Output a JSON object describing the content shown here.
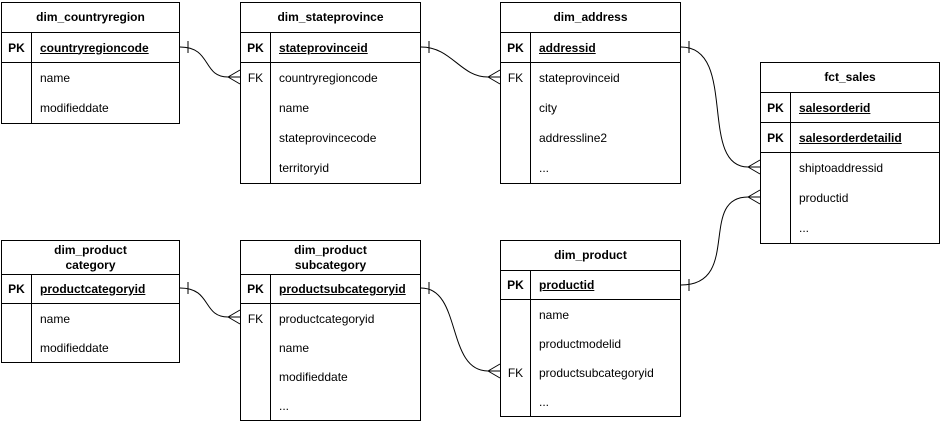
{
  "diagram": {
    "tables": [
      {
        "id": "dim_countryregion",
        "title": "dim_countryregion",
        "title_lines": [
          "dim_countryregion"
        ],
        "rows": [
          {
            "key": "PK",
            "name": "countryregioncode",
            "pk": true
          },
          {
            "key": "",
            "name": "name",
            "pk": false
          },
          {
            "key": "",
            "name": "modifieddate",
            "pk": false
          }
        ]
      },
      {
        "id": "dim_stateprovince",
        "title": "dim_stateprovince",
        "title_lines": [
          "dim_stateprovince"
        ],
        "rows": [
          {
            "key": "PK",
            "name": "stateprovinceid",
            "pk": true
          },
          {
            "key": "FK",
            "name": "countryregioncode",
            "pk": false
          },
          {
            "key": "",
            "name": "name",
            "pk": false
          },
          {
            "key": "",
            "name": "stateprovincecode",
            "pk": false
          },
          {
            "key": "",
            "name": "territoryid",
            "pk": false
          }
        ]
      },
      {
        "id": "dim_address",
        "title": "dim_address",
        "title_lines": [
          "dim_address"
        ],
        "rows": [
          {
            "key": "PK",
            "name": "addressid",
            "pk": true
          },
          {
            "key": "FK",
            "name": "stateprovinceid",
            "pk": false
          },
          {
            "key": "",
            "name": "city",
            "pk": false
          },
          {
            "key": "",
            "name": "addressline2",
            "pk": false
          },
          {
            "key": "",
            "name": "...",
            "pk": false
          }
        ]
      },
      {
        "id": "fct_sales",
        "title": "fct_sales",
        "title_lines": [
          "fct_sales"
        ],
        "rows": [
          {
            "key": "PK",
            "name": "salesorderid",
            "pk": true
          },
          {
            "key": "PK",
            "name": "salesorderdetailid",
            "pk": true
          },
          {
            "key": "",
            "name": "shiptoaddressid",
            "pk": false
          },
          {
            "key": "",
            "name": "productid",
            "pk": false
          },
          {
            "key": "",
            "name": "...",
            "pk": false
          }
        ]
      },
      {
        "id": "dim_productcategory",
        "title": "dim_product category",
        "title_lines": [
          "dim_product",
          "category"
        ],
        "rows": [
          {
            "key": "PK",
            "name": "productcategoryid",
            "pk": true
          },
          {
            "key": "",
            "name": "name",
            "pk": false
          },
          {
            "key": "",
            "name": "modifieddate",
            "pk": false
          }
        ]
      },
      {
        "id": "dim_productsubcategory",
        "title": "dim_product subcategory",
        "title_lines": [
          "dim_product",
          "subcategory"
        ],
        "rows": [
          {
            "key": "PK",
            "name": "productsubcategoryid",
            "pk": true
          },
          {
            "key": "FK",
            "name": "productcategoryid",
            "pk": false
          },
          {
            "key": "",
            "name": "name",
            "pk": false
          },
          {
            "key": "",
            "name": "modifieddate",
            "pk": false
          },
          {
            "key": "",
            "name": "...",
            "pk": false
          }
        ]
      },
      {
        "id": "dim_product",
        "title": "dim_product",
        "title_lines": [
          "dim_product"
        ],
        "rows": [
          {
            "key": "PK",
            "name": "productid",
            "pk": true
          },
          {
            "key": "",
            "name": "name",
            "pk": false
          },
          {
            "key": "",
            "name": "productmodelid",
            "pk": false
          },
          {
            "key": "FK",
            "name": "productsubcategoryid",
            "pk": false
          },
          {
            "key": "",
            "name": "...",
            "pk": false
          }
        ]
      }
    ],
    "connections": [
      {
        "from": "dim_countryregion",
        "to": "dim_stateprovince",
        "from_end": "one",
        "to_end": "many",
        "from_field": "countryregioncode",
        "to_field": "countryregioncode"
      },
      {
        "from": "dim_stateprovince",
        "to": "dim_address",
        "from_end": "one",
        "to_end": "many",
        "from_field": "stateprovinceid",
        "to_field": "stateprovinceid"
      },
      {
        "from": "dim_address",
        "to": "fct_sales",
        "from_end": "one",
        "to_end": "many",
        "from_field": "addressid",
        "to_field": "shiptoaddressid"
      },
      {
        "from": "dim_product",
        "to": "fct_sales",
        "from_end": "one",
        "to_end": "many",
        "from_field": "productid",
        "to_field": "productid"
      },
      {
        "from": "dim_productcategory",
        "to": "dim_productsubcategory",
        "from_end": "one",
        "to_end": "many",
        "from_field": "productcategoryid",
        "to_field": "productcategoryid"
      },
      {
        "from": "dim_productsubcategory",
        "to": "dim_product",
        "from_end": "one",
        "to_end": "many",
        "from_field": "productsubcategoryid",
        "to_field": "productsubcategoryid"
      }
    ]
  },
  "colors": {
    "border": "#000000",
    "background": "#ffffff",
    "text": "#000000"
  }
}
